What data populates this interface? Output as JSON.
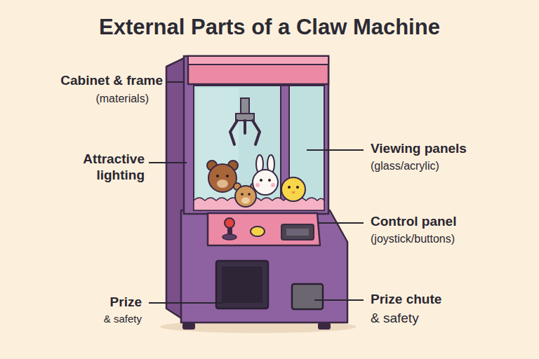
{
  "diagram": {
    "title": "External Parts of a Claw Machine",
    "labels": [
      "Cabinet & frame",
      "(materials)",
      "Attractive lighting",
      "Viewing panels",
      "(glass/acrylic)",
      "Control panel",
      "(joystick/buttons)",
      "Prize",
      "& safety",
      "Prize chute",
      "& safety"
    ]
  }
}
